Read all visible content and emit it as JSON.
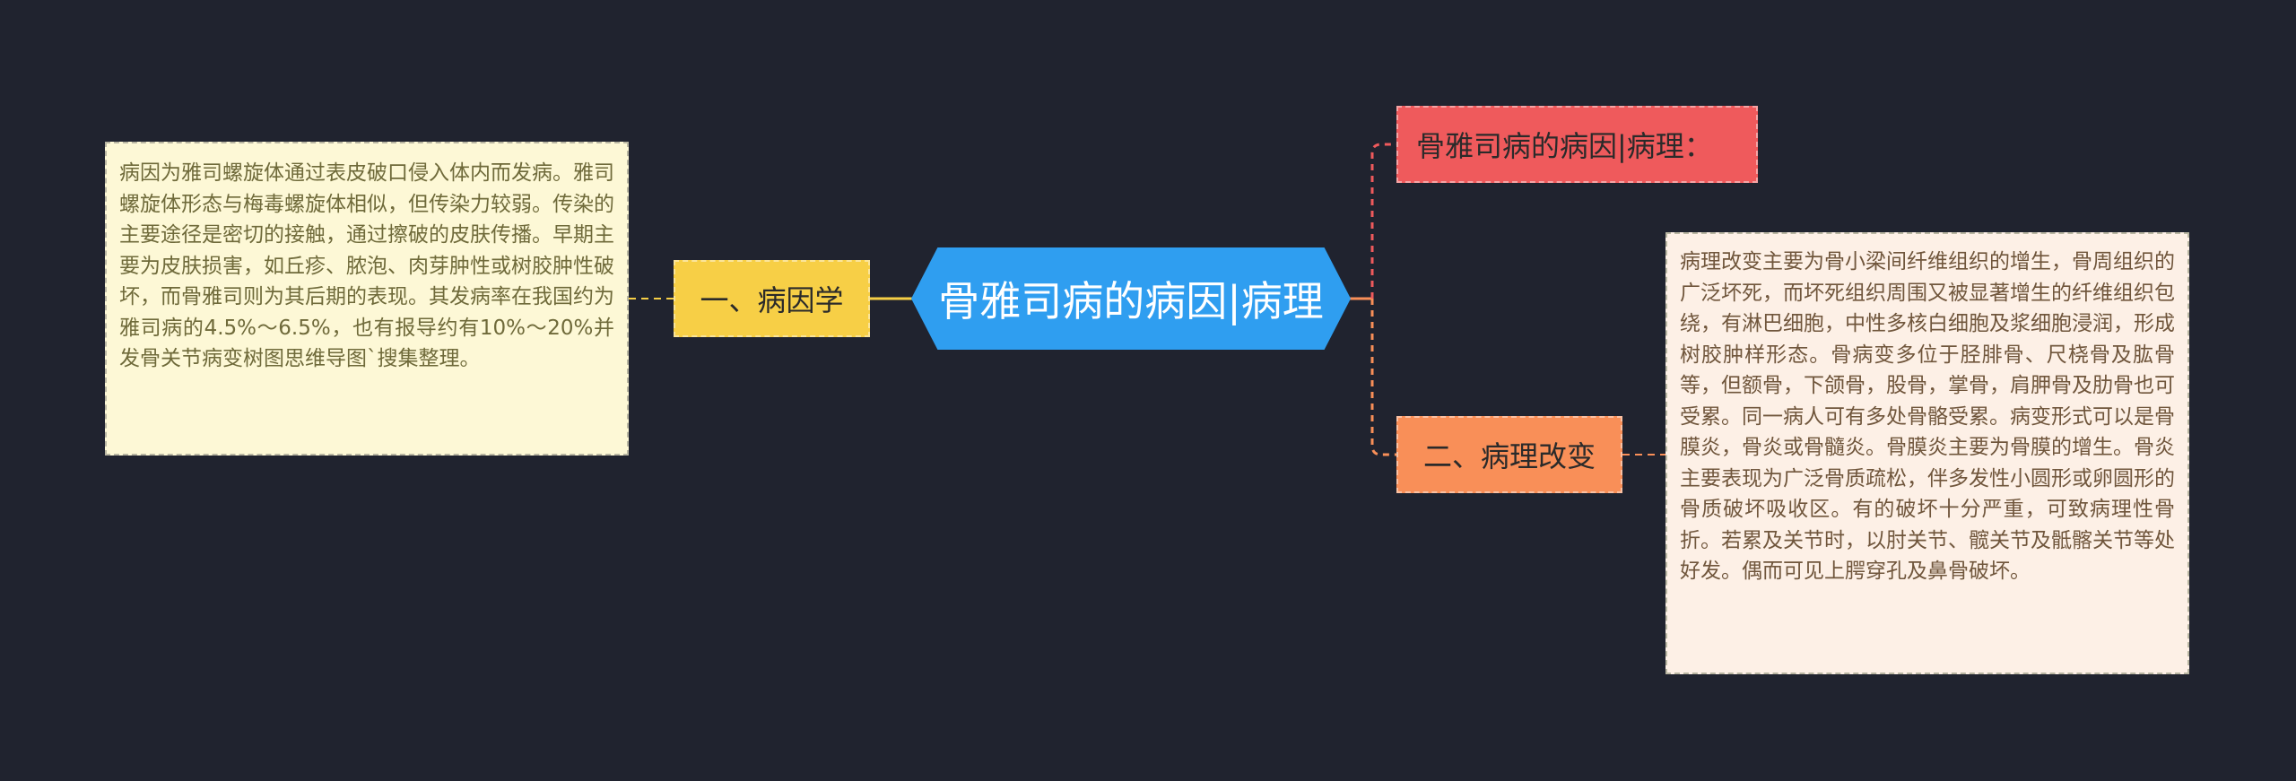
{
  "central": {
    "label": "骨雅司病的病因|病理"
  },
  "branches": {
    "etiology": {
      "label": "一、病因学",
      "note": "病因为雅司螺旋体通过表皮破口侵入体内而发病。雅司螺旋体形态与梅毒螺旋体相似，但传染力较弱。传染的主要途径是密切的接触，通过擦破的皮肤传播。早期主要为皮肤损害，如丘疹、脓泡、肉芽肿性或树胶肿性破坏，而骨雅司则为其后期的表现。其发病率在我国约为雅司病的4.5%～6.5%，也有报导约有10%～20%并发骨关节病变树图思维导图`搜集整理。"
    },
    "pathology_title": {
      "label": "骨雅司病的病因|病理："
    },
    "pathology": {
      "label": "二、病理改变",
      "note": "病理改变主要为骨小梁间纤维组织的增生，骨周组织的广泛坏死，而坏死组织周围又被显著增生的纤维组织包绕，有淋巴细胞，中性多核白细胞及浆细胞浸润，形成树胶肿样形态。骨病变多位于胫腓骨、尺桡骨及肱骨等，但额骨，下颌骨，股骨，掌骨，肩胛骨及肋骨也可受累。同一病人可有多处骨骼受累。病变形式可以是骨膜炎，骨炎或骨髓炎。骨膜炎主要为骨膜的增生。骨炎主要表现为广泛骨质疏松，伴多发性小圆形或卵圆形的骨质破坏吸收区。有的破坏十分严重，可致病理性骨折。若累及关节时，以肘关节、髋关节及骶髂关节等处好发。偶而可见上腭穿孔及鼻骨破坏。"
    }
  },
  "colors": {
    "background": "#20232f",
    "central": "#2f9ef0",
    "etiology": "#f7cf46",
    "pathology_title": "#ef5a5c",
    "pathology": "#f98f58",
    "note_left_bg": "#fdf8d6",
    "note_right_bg": "#fdf0e6"
  }
}
